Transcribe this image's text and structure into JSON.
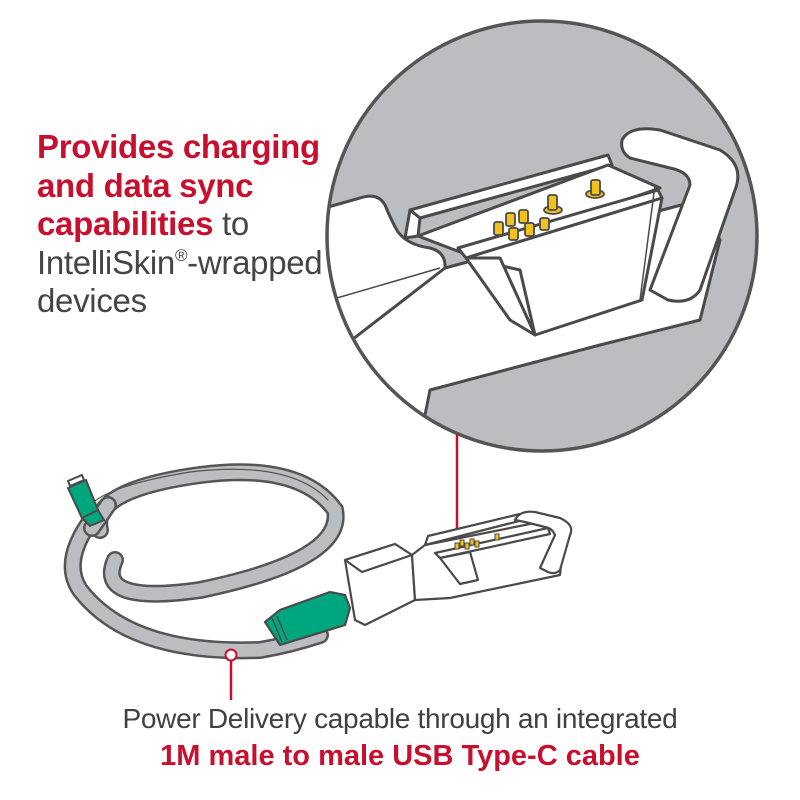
{
  "callouts": {
    "top": {
      "highlight_lines": [
        "Provides charging",
        "and data sync",
        "capabilities"
      ],
      "plain_suffix": " to",
      "line4_prefix": "IntelliSkin",
      "line4_reg": "®",
      "line4_suffix": "-wrapped",
      "line5": "devices"
    },
    "bottom": {
      "line1": "Power Delivery capable through an integrated",
      "line2": "1M male to male USB Type-C cable"
    }
  },
  "colors": {
    "accent_red": "#c8102e",
    "text_gray": "#404040",
    "detail_circle_fill": "#bcbdc0",
    "outline": "#555555",
    "cable_gray": "#bcbdc0",
    "connector_green": "#00a67e",
    "pin_gold": "#f2c21b"
  },
  "illustration": {
    "detail_view": "magnified-pogo-pin-cradle",
    "product": "charging-cradle-with-usb-c-cable",
    "pin_count": 8
  }
}
